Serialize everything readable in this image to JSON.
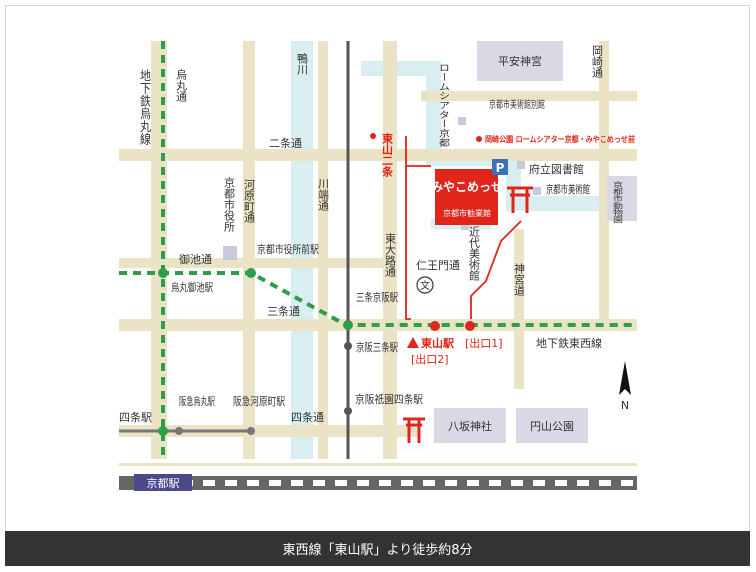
{
  "colors": {
    "road": "#ebe3c5",
    "river": "#d8eef0",
    "subway": "#2f9e4a",
    "keihan": "#555555",
    "hankyu": "#777777",
    "route": "#e0251b",
    "label_box": "#d9d9e6",
    "parking": "#3c73b8",
    "caption_bg": "#333333"
  },
  "labels": {
    "heian_jingu": "平安神宮",
    "okazaki_dori": "岡崎通",
    "rohm_theatre": "ロームシアター京都",
    "kyoto_art_museum_annex": "京都市美術館別館",
    "higashiyama_nijo": "東山二条",
    "okazaki_park_bus": "岡崎公園 ロームシアター京都・みやこめっせ前",
    "nijo_dori": "二条通",
    "library": "府立図書館",
    "miyako_messe_title": "みやこめっせ",
    "miyako_messe_sub": "京都市勧業館",
    "kyoto_art_museum": "京都市美術館",
    "kyoto_zoo": "京都市動物園",
    "modern_art_museum": "近代美術館",
    "jingu_michi": "神宮道",
    "higashioji_dori": "東大路通",
    "nioumon_dori": "仁王門通",
    "kawabata_dori": "川端通",
    "kamogawa": "鴨川",
    "kawaramachi_dori": "河原町通",
    "city_hall": "京都市役所",
    "city_hall_station": "京都市役所前駅",
    "karasuma_dori": "烏丸通",
    "subway_karasuma": "地下鉄烏丸線",
    "oike_dori": "御池通",
    "karasuma_oike_station": "烏丸御池駅",
    "sanjo_dori": "三条通",
    "sanjo_keihan_station": "三条京阪駅",
    "keihan_sanjo_station": "京阪三条駅",
    "higashiyama_station": "東山駅",
    "exit1": "[出口1]",
    "exit2": "[出口2]",
    "subway_tozai": "地下鉄東西線",
    "north": "N",
    "shijo_station": "四条駅",
    "hankyu_karasuma_station": "阪急烏丸駅",
    "hankyu_kawaramachi_station": "阪急河原町駅",
    "shijo_dori": "四条通",
    "keihan_gion_shijo_station": "京阪祇園四条駅",
    "yasaka_jinja": "八坂神社",
    "maruyama_koen": "円山公園",
    "kyoto_station": "京都駅",
    "parking_symbol": "P",
    "school_symbol": "文"
  },
  "caption": "東西線「東山駅」より徒歩約8分"
}
